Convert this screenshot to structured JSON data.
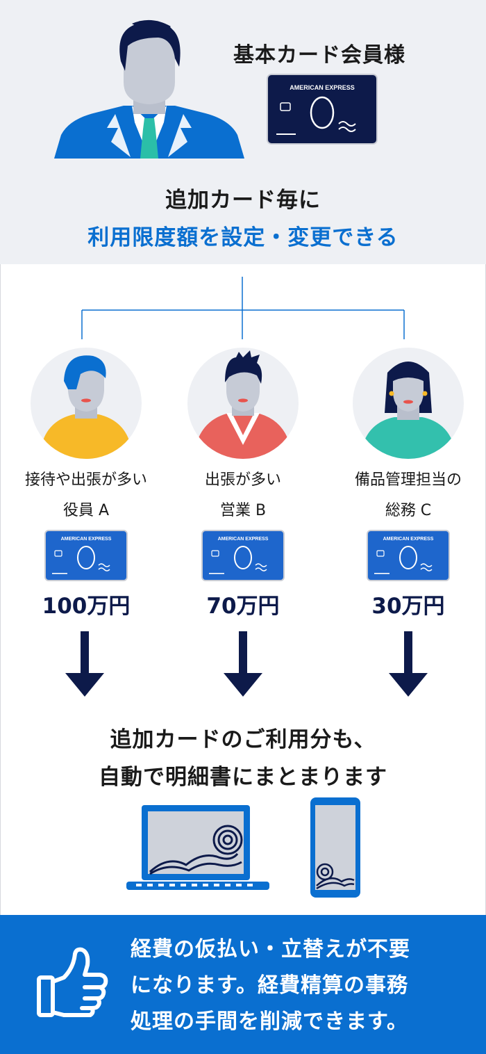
{
  "primary": {
    "title": "基本カード会員様",
    "card_brand": "AMERICAN EXPRESS"
  },
  "headline": {
    "line1": "追加カード毎に",
    "line2": "利用限度額を設定・変更できる"
  },
  "members": [
    {
      "line1": "接待や出張が多い",
      "line2": "役員 A",
      "card_brand": "AMERICAN EXPRESS",
      "limit": "100万円"
    },
    {
      "line1": "出張が多い",
      "line2": "営業 B",
      "card_brand": "AMERICAN EXPRESS",
      "limit": "70万円"
    },
    {
      "line1": "備品管理担当の",
      "line2": "総務 C",
      "card_brand": "AMERICAN EXPRESS",
      "limit": "30万円"
    }
  ],
  "result": {
    "line1": "追加カードのご利用分も、",
    "line2": "自動で明細書にまとまります"
  },
  "benefit": {
    "lines": [
      "経費の仮払い・立替えが不要",
      "になります。経費精算の事務",
      "処理の手間を削減できます。"
    ]
  },
  "colors": {
    "brand_blue": "#0a6fd0",
    "navy": "#0d1a4a",
    "card_blue": "#1e66cc",
    "top_bg": "#eef0f4"
  },
  "icons": [
    "businessman-icon",
    "woman-yellow-icon",
    "man-red-icon",
    "woman-teal-icon",
    "arrow-down-icon",
    "laptop-icon",
    "smartphone-icon",
    "thumbs-up-icon"
  ]
}
